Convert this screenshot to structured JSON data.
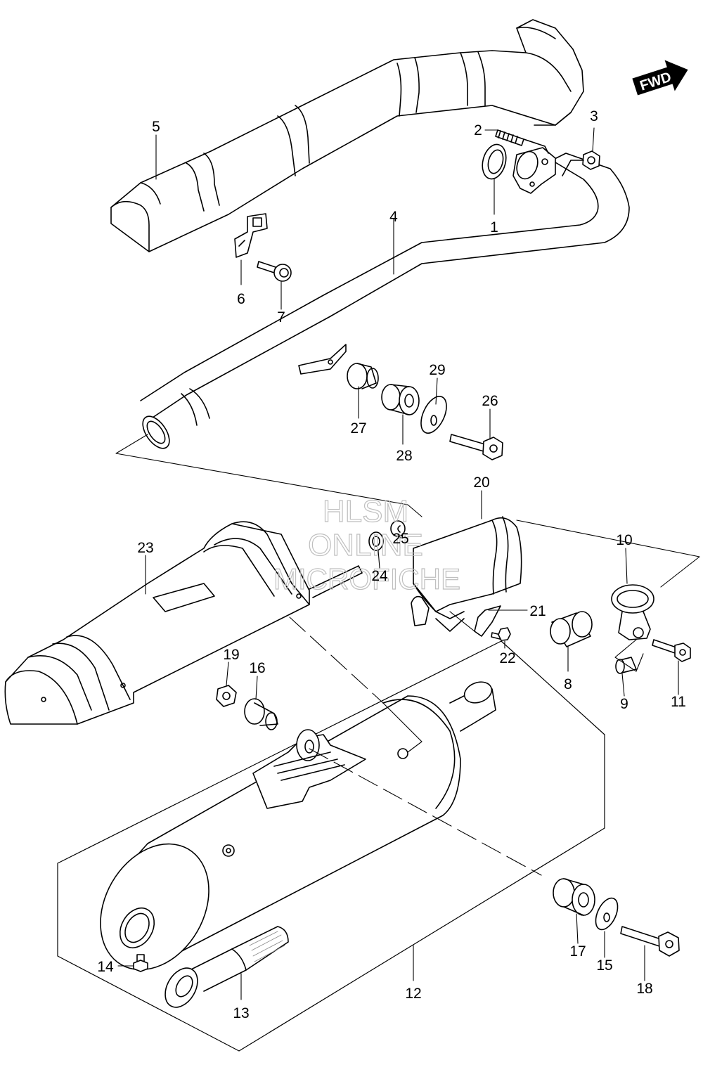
{
  "watermark": {
    "line1": "HLSM",
    "line2": "ONLINE",
    "line3": "MICROFICHE"
  },
  "fwd_badge": {
    "text": "FWD"
  },
  "callouts": [
    {
      "id": "1",
      "label": "1"
    },
    {
      "id": "2",
      "label": "2"
    },
    {
      "id": "3",
      "label": "3"
    },
    {
      "id": "4",
      "label": "4"
    },
    {
      "id": "5",
      "label": "5"
    },
    {
      "id": "6",
      "label": "6"
    },
    {
      "id": "7",
      "label": "7"
    },
    {
      "id": "8",
      "label": "8"
    },
    {
      "id": "9",
      "label": "9"
    },
    {
      "id": "10",
      "label": "10"
    },
    {
      "id": "11",
      "label": "11"
    },
    {
      "id": "12",
      "label": "12"
    },
    {
      "id": "13",
      "label": "13"
    },
    {
      "id": "14",
      "label": "14"
    },
    {
      "id": "15",
      "label": "15"
    },
    {
      "id": "16",
      "label": "16"
    },
    {
      "id": "17",
      "label": "17"
    },
    {
      "id": "18",
      "label": "18"
    },
    {
      "id": "19",
      "label": "19"
    },
    {
      "id": "20",
      "label": "20"
    },
    {
      "id": "21",
      "label": "21"
    },
    {
      "id": "22",
      "label": "22"
    },
    {
      "id": "23",
      "label": "23"
    },
    {
      "id": "24",
      "label": "24"
    },
    {
      "id": "25",
      "label": "25"
    },
    {
      "id": "26",
      "label": "26"
    },
    {
      "id": "27",
      "label": "27"
    },
    {
      "id": "28",
      "label": "28"
    },
    {
      "id": "29",
      "label": "29"
    }
  ]
}
